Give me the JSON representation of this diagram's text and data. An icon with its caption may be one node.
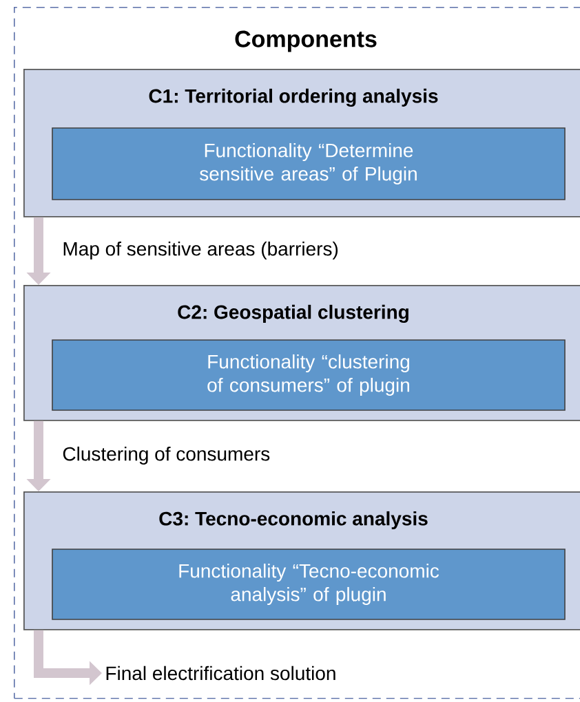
{
  "diagram": {
    "title": "Components",
    "nodes": [
      {
        "text": [],
        "shape": "box"
      },
      {
        "text": [
          "C1: Territorial ordering analysis"
        ],
        "in": 0
      },
      {
        "text": [
          "Functionality “Determine sensitive areas” of Plugin"
        ],
        "in": 1
      },
      {
        "text": [
          "C2: Geospatial clustering"
        ],
        "in": 0
      },
      {
        "text": [
          "Functionality “clustering of consumers” of plugin"
        ],
        "in": 3
      },
      {
        "text": [
          "C3: Tecno-economic analysis"
        ],
        "in": 0
      },
      {
        "text": [
          "Functionality “Tecno-economic analysis” of plugin"
        ],
        "in": 5
      },
      {
        "text": [
          "Final electrification solution"
        ],
        "in": 0
      }
    ],
    "edges": [
      {
        "from": 1,
        "to": 3,
        "arrow": "to",
        "label": "Map of sensitive areas (barriers)"
      },
      {
        "from": 3,
        "to": 5,
        "arrow": "to",
        "label": "Clustering of consumers"
      },
      {
        "from": 5,
        "to": 7,
        "arrow": "to"
      }
    ]
  }
}
